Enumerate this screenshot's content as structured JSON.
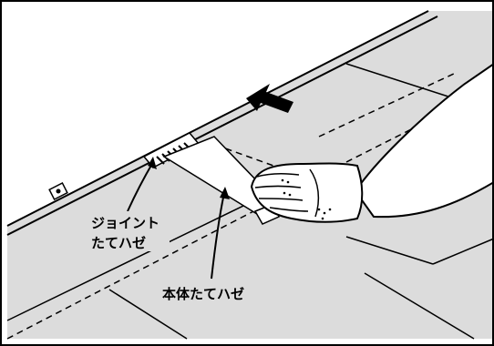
{
  "labels": {
    "joint_line1": "ジョイント",
    "joint_line2": "たてハゼ",
    "body": "本体たてハゼ"
  },
  "colors": {
    "roof_fill": "#dcdcdc",
    "line": "#000000",
    "frame": "#000000"
  },
  "icons": {
    "direction": "arrow-left-icon",
    "hand": "gloved-hand-icon",
    "panel_joint": "joint-cap-icon",
    "fastener": "fastener-clip-icon"
  }
}
